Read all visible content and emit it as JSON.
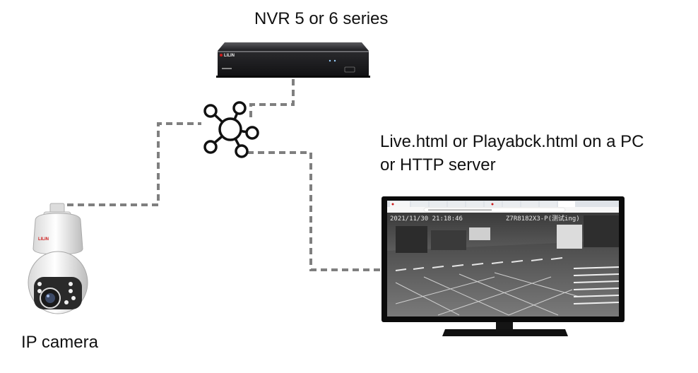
{
  "labels": {
    "nvr": "NVR 5 or 6 series",
    "pc_line1": "Live.html or Playabck.html on a PC",
    "pc_line2": "or HTTP server",
    "camera": "IP camera"
  },
  "nvr_brand": "LILIN",
  "camera_brand": "LILIN",
  "monitor": {
    "overlay_time": "2021/11/30 21:18:46",
    "overlay_camera": "Z7R8182X3-P(测试ing)"
  },
  "colors": {
    "connector": "#7f7f7f",
    "nvr_body": "#1c1c1e",
    "brand_red": "#cc1b1b",
    "monitor_frame": "#0b0b0b"
  },
  "icons": {
    "switch": "network-hub-icon"
  }
}
